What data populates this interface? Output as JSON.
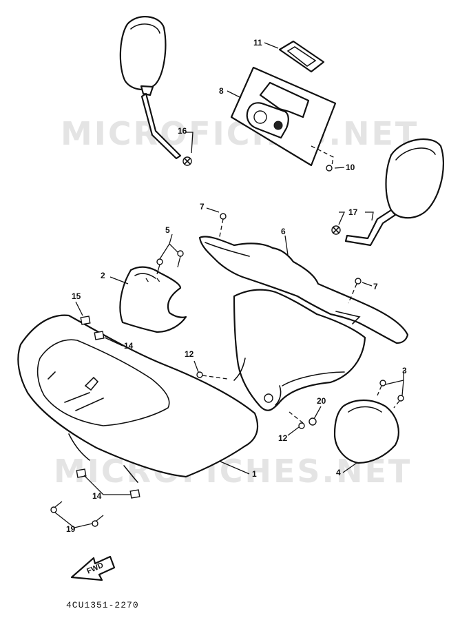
{
  "watermarks": [
    "MICROFICHES.NET",
    "MICROFICHES.NET"
  ],
  "callouts": {
    "p1": "1",
    "p2": "2",
    "p3": "3",
    "p4": "4",
    "p5": "5",
    "p6": "6",
    "p7a": "7",
    "p7b": "7",
    "p8": "8",
    "p10": "10",
    "p11": "11",
    "p12a": "12",
    "p12b": "12",
    "p14a": "14",
    "p14b": "14",
    "p15": "15",
    "p16": "16",
    "p17": "17",
    "p19": "19",
    "p20": "20"
  },
  "fwd_label": "FWD",
  "diagram_code": "4CU1351-2270"
}
